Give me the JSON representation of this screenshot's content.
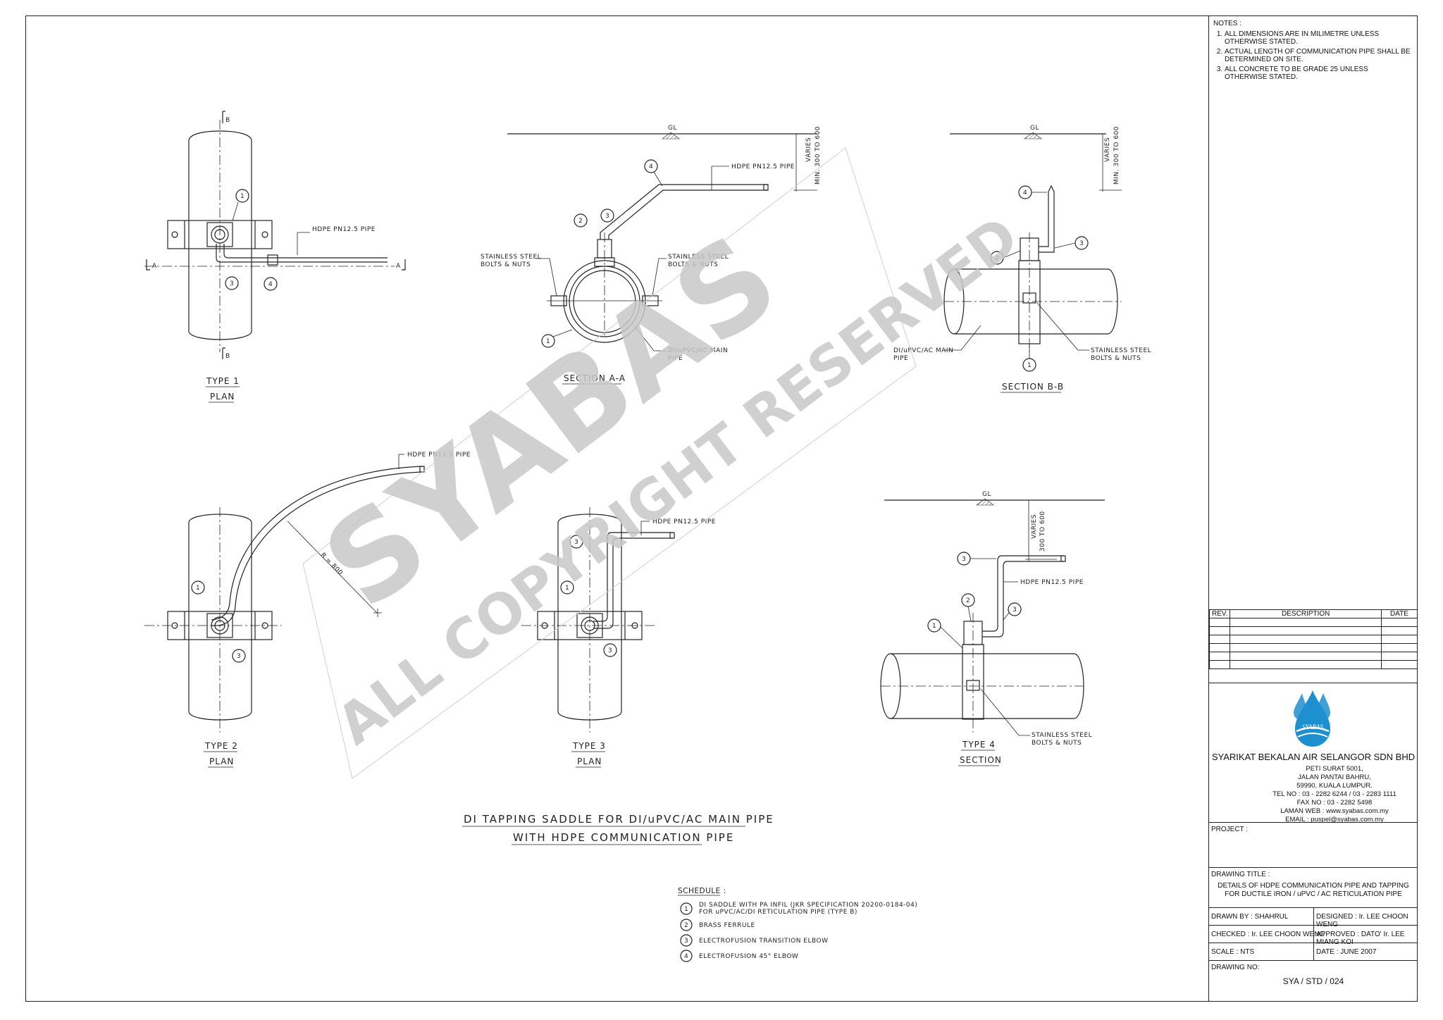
{
  "watermark": {
    "line1": "SYABAS",
    "line2": "ALL COPYRIGHT RESERVED"
  },
  "views": {
    "type1": {
      "title": "TYPE 1",
      "subtitle": "PLAN",
      "pipe_label": "HDPE PN12.5 PIPE",
      "section_a": "A",
      "section_b": "B"
    },
    "section_aa": {
      "title": "SECTION A-A",
      "gl": "GL",
      "varies": "VARIES",
      "min_depth": "MIN. 300 TO 600",
      "pipe_label": "HDPE PN12.5 PIPE",
      "bolts_left": [
        "STAINLESS STEEL",
        "BOLTS & NUTS"
      ],
      "bolts_right": [
        "STAINLESS STEEL",
        "BOLTS & NUTS"
      ],
      "main_pipe": [
        "DI/uPVC/AC MAIN",
        "PIPE"
      ]
    },
    "section_bb": {
      "title": "SECTION B-B",
      "gl": "GL",
      "varies": "VARIES",
      "min_depth": "MIN. 300 TO 600",
      "main_pipe": [
        "DI/uPVC/AC MAIN",
        "PIPE"
      ],
      "bolts": [
        "STAINLESS STEEL",
        "BOLTS & NUTS"
      ]
    },
    "type2": {
      "title": "TYPE 2",
      "subtitle": "PLAN",
      "pipe_label": "HDPE PN12.5 PIPE",
      "radius": "R = 800"
    },
    "type3": {
      "title": "TYPE 3",
      "subtitle": "PLAN",
      "pipe_label": "HDPE PN12.5 PIPE"
    },
    "type4": {
      "title": "TYPE 4",
      "subtitle": "SECTION",
      "gl": "GL",
      "varies": "VARIES",
      "depth": "300 TO 600",
      "pipe_label": "HDPE PN12.5 PIPE",
      "bolts": [
        "STAINLESS STEEL",
        "BOLTS & NUTS"
      ]
    }
  },
  "drawing_caption": [
    "DI TAPPING SADDLE FOR DI/uPVC/AC MAIN PIPE",
    "WITH HDPE COMMUNICATION PIPE"
  ],
  "schedule": {
    "title": "SCHEDULE :",
    "items": [
      {
        "no": "1",
        "text": [
          "DI SADDLE WITH PA INFIL (JKR SPECIFICATION 20200-0184-04)",
          "FOR uPVC/AC/DI RETICULATION PIPE (TYPE B)"
        ]
      },
      {
        "no": "2",
        "text": [
          "BRASS FERRULE"
        ]
      },
      {
        "no": "3",
        "text": [
          "ELECTROFUSION TRANSITION ELBOW"
        ]
      },
      {
        "no": "4",
        "text": [
          "ELECTROFUSION 45° ELBOW"
        ]
      }
    ]
  },
  "title_block": {
    "notes_title": "NOTES :",
    "notes": [
      "ALL DIMENSIONS ARE IN MILIMETRE UNLESS OTHERWISE STATED.",
      "ACTUAL LENGTH OF COMMUNICATION PIPE SHALL BE DETERMINED ON SITE.",
      "ALL CONCRETE TO BE GRADE 25 UNLESS OTHERWISE STATED."
    ],
    "rev_headers": [
      "REV.",
      "DESCRIPTION",
      "DATE"
    ],
    "logo_text": "SYABAS",
    "company": "SYARIKAT BEKALAN AIR SELANGOR SDN BHD",
    "address": [
      "PETI SURAT 5001,",
      "JALAN PANTAI BAHRU,",
      "59990, KUALA LUMPUR.",
      "TEL NO : 03 - 2282 6244 / 03 - 2283 1111",
      "FAX NO : 03 - 2282 5498",
      "LAMAN WEB : www.syabas.com.my",
      "EMAIL : puspel@syabas.com.my"
    ],
    "project_label": "PROJECT :",
    "drawing_title_label": "DRAWING TITLE :",
    "drawing_title": [
      "DETAILS OF HDPE COMMUNICATION  PIPE AND TAPPING",
      "FOR DUCTILE IRON / uPVC / AC RETICULATION PIPE"
    ],
    "drawn_by": "DRAWN BY : SHAHRUL",
    "designed": "DESIGNED : Ir. LEE CHOON WENG",
    "checked": "CHECKED : Ir. LEE CHOON WENG",
    "approved": "APPROVED : DATO' Ir. LEE MIANG KOI",
    "scale": "SCALE : NTS",
    "date": "DATE : JUNE 2007",
    "drawing_no_label": "DRAWING NO:",
    "drawing_no": "SYA / STD / 024"
  },
  "colors": {
    "line": "#222222",
    "watermark": "#c8c8c8",
    "logo": "#1e8fcf"
  }
}
